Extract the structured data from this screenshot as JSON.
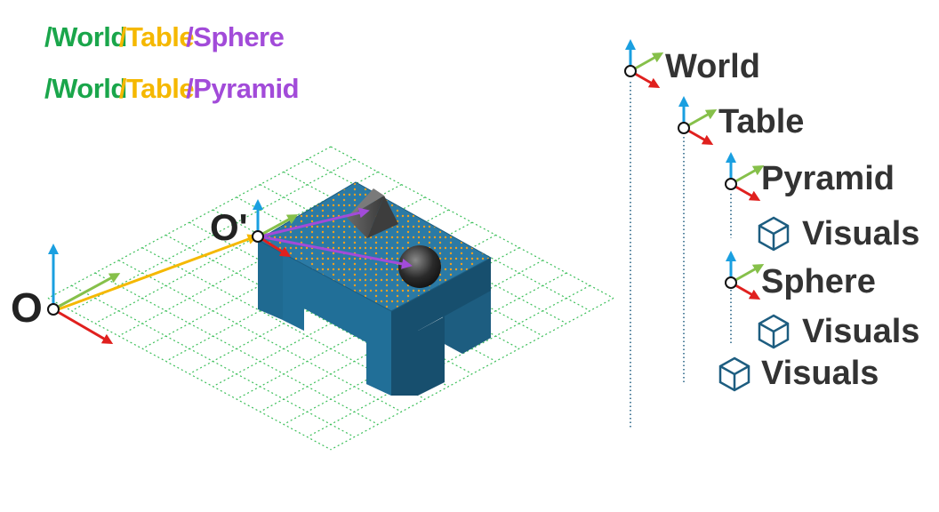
{
  "paths": [
    {
      "world": "/World",
      "table": "/Table",
      "child": "/Sphere"
    },
    {
      "world": "/World",
      "table": "/Table",
      "child": "/Pyramid"
    }
  ],
  "origins": {
    "world": "O",
    "table": "O'"
  },
  "tree": {
    "world": "World",
    "table": "Table",
    "pyramid": "Pyramid",
    "pyramid_visuals": "Visuals",
    "sphere": "Sphere",
    "sphere_visuals": "Visuals",
    "table_visuals": "Visuals"
  },
  "colors": {
    "world_path": "#1aa64b",
    "table_path": "#f5b800",
    "child_path": "#a24bd9",
    "axis_up": "#1a9fe0",
    "axis_y": "#86c04a",
    "axis_x": "#e0201e",
    "table_body": "#1d5d80",
    "table_top": "#2b7aa5",
    "grid": "#3cbf5a",
    "tree_text": "#333333"
  }
}
